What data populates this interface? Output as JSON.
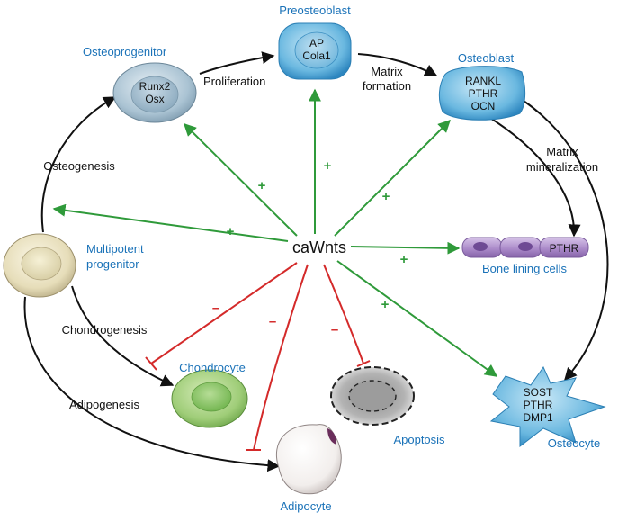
{
  "center": {
    "label": "caWnts"
  },
  "cells": {
    "osteoprogenitor": {
      "title": "Osteoprogenitor",
      "markers": [
        "Runx2",
        "Osx"
      ]
    },
    "preosteoblast": {
      "title": "Preosteoblast",
      "markers": [
        "AP",
        "Cola1"
      ]
    },
    "osteoblast": {
      "title": "Osteoblast",
      "markers": [
        "RANKL",
        "PTHR",
        "OCN"
      ]
    },
    "multipotent": {
      "title_line1": "Multipotent",
      "title_line2": "progenitor"
    },
    "bone_lining": {
      "title": "Bone lining cells",
      "marker": "PTHR"
    },
    "chondrocyte": {
      "title": "Chondrocyte"
    },
    "apoptosis": {
      "title": "Apoptosis"
    },
    "adipocyte": {
      "title": "Adipocyte"
    },
    "osteocyte": {
      "title": "Osteocyte",
      "markers": [
        "SOST",
        "PTHR",
        "DMP1"
      ]
    }
  },
  "processes": {
    "proliferation": "Proliferation",
    "matrix_formation_1": "Matrix",
    "matrix_formation_2": "formation",
    "matrix_mineralization_1": "Matrix",
    "matrix_mineralization_2": "mineralization",
    "osteogenesis": "Osteogenesis",
    "chondrogenesis": "Chondrogenesis",
    "adipogenesis": "Adipogenesis"
  },
  "signs": {
    "plus": "+",
    "minus": "–"
  },
  "colors": {
    "activation": "#2f9a3a",
    "inhibition": "#d42a2a",
    "flow": "#111111",
    "cell_label": "#1a72b8"
  }
}
